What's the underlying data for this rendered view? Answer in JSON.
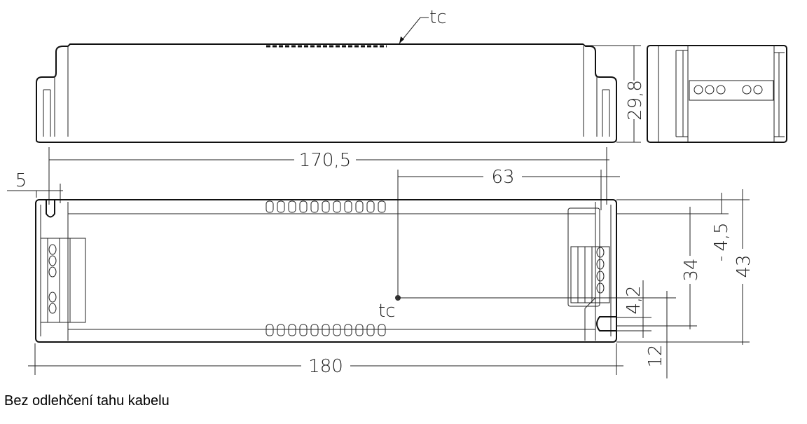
{
  "caption": "Bez odlehčení tahu kabelu",
  "labels": {
    "tc_top": "tc",
    "tc_bottom": "tc",
    "height": "29,8",
    "length_inner": "170,5",
    "offset_left": "5",
    "tc_position": "63",
    "right_4_5": "4,5",
    "right_34": "34",
    "right_43": "43",
    "right_4_2": "4,2",
    "right_12": "12",
    "length_total": "180"
  }
}
